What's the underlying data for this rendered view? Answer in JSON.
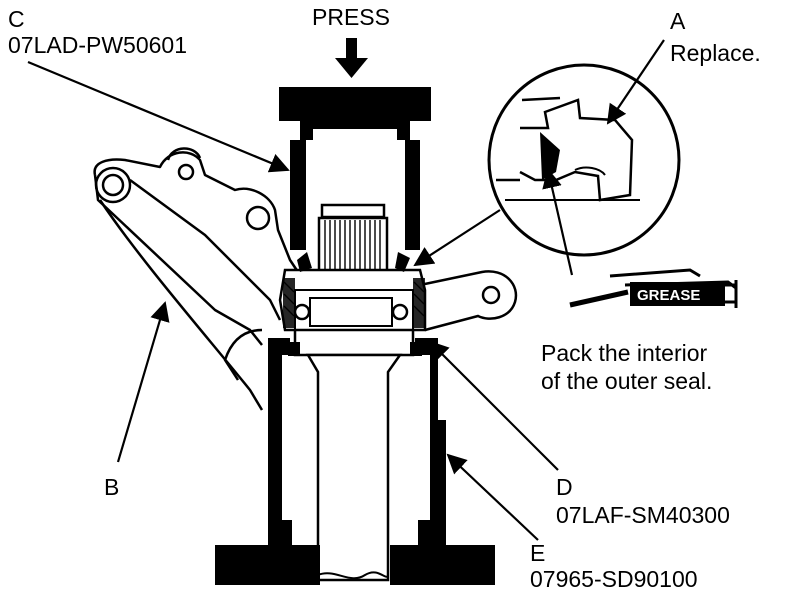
{
  "press": {
    "label": "PRESS"
  },
  "callouts": {
    "A": {
      "letter": "A",
      "text": "Replace."
    },
    "B": {
      "letter": "B"
    },
    "C": {
      "letter": "C",
      "part_number": "07LAD-PW50601"
    },
    "D": {
      "letter": "D",
      "part_number": "07LAF-SM40300"
    },
    "E": {
      "letter": "E",
      "part_number": "07965-SD90100"
    }
  },
  "grease": {
    "tube_label": "GREASE",
    "note_line1": "Pack the interior",
    "note_line2": "of the outer seal."
  },
  "colors": {
    "ink": "#000000",
    "paper": "#ffffff"
  }
}
